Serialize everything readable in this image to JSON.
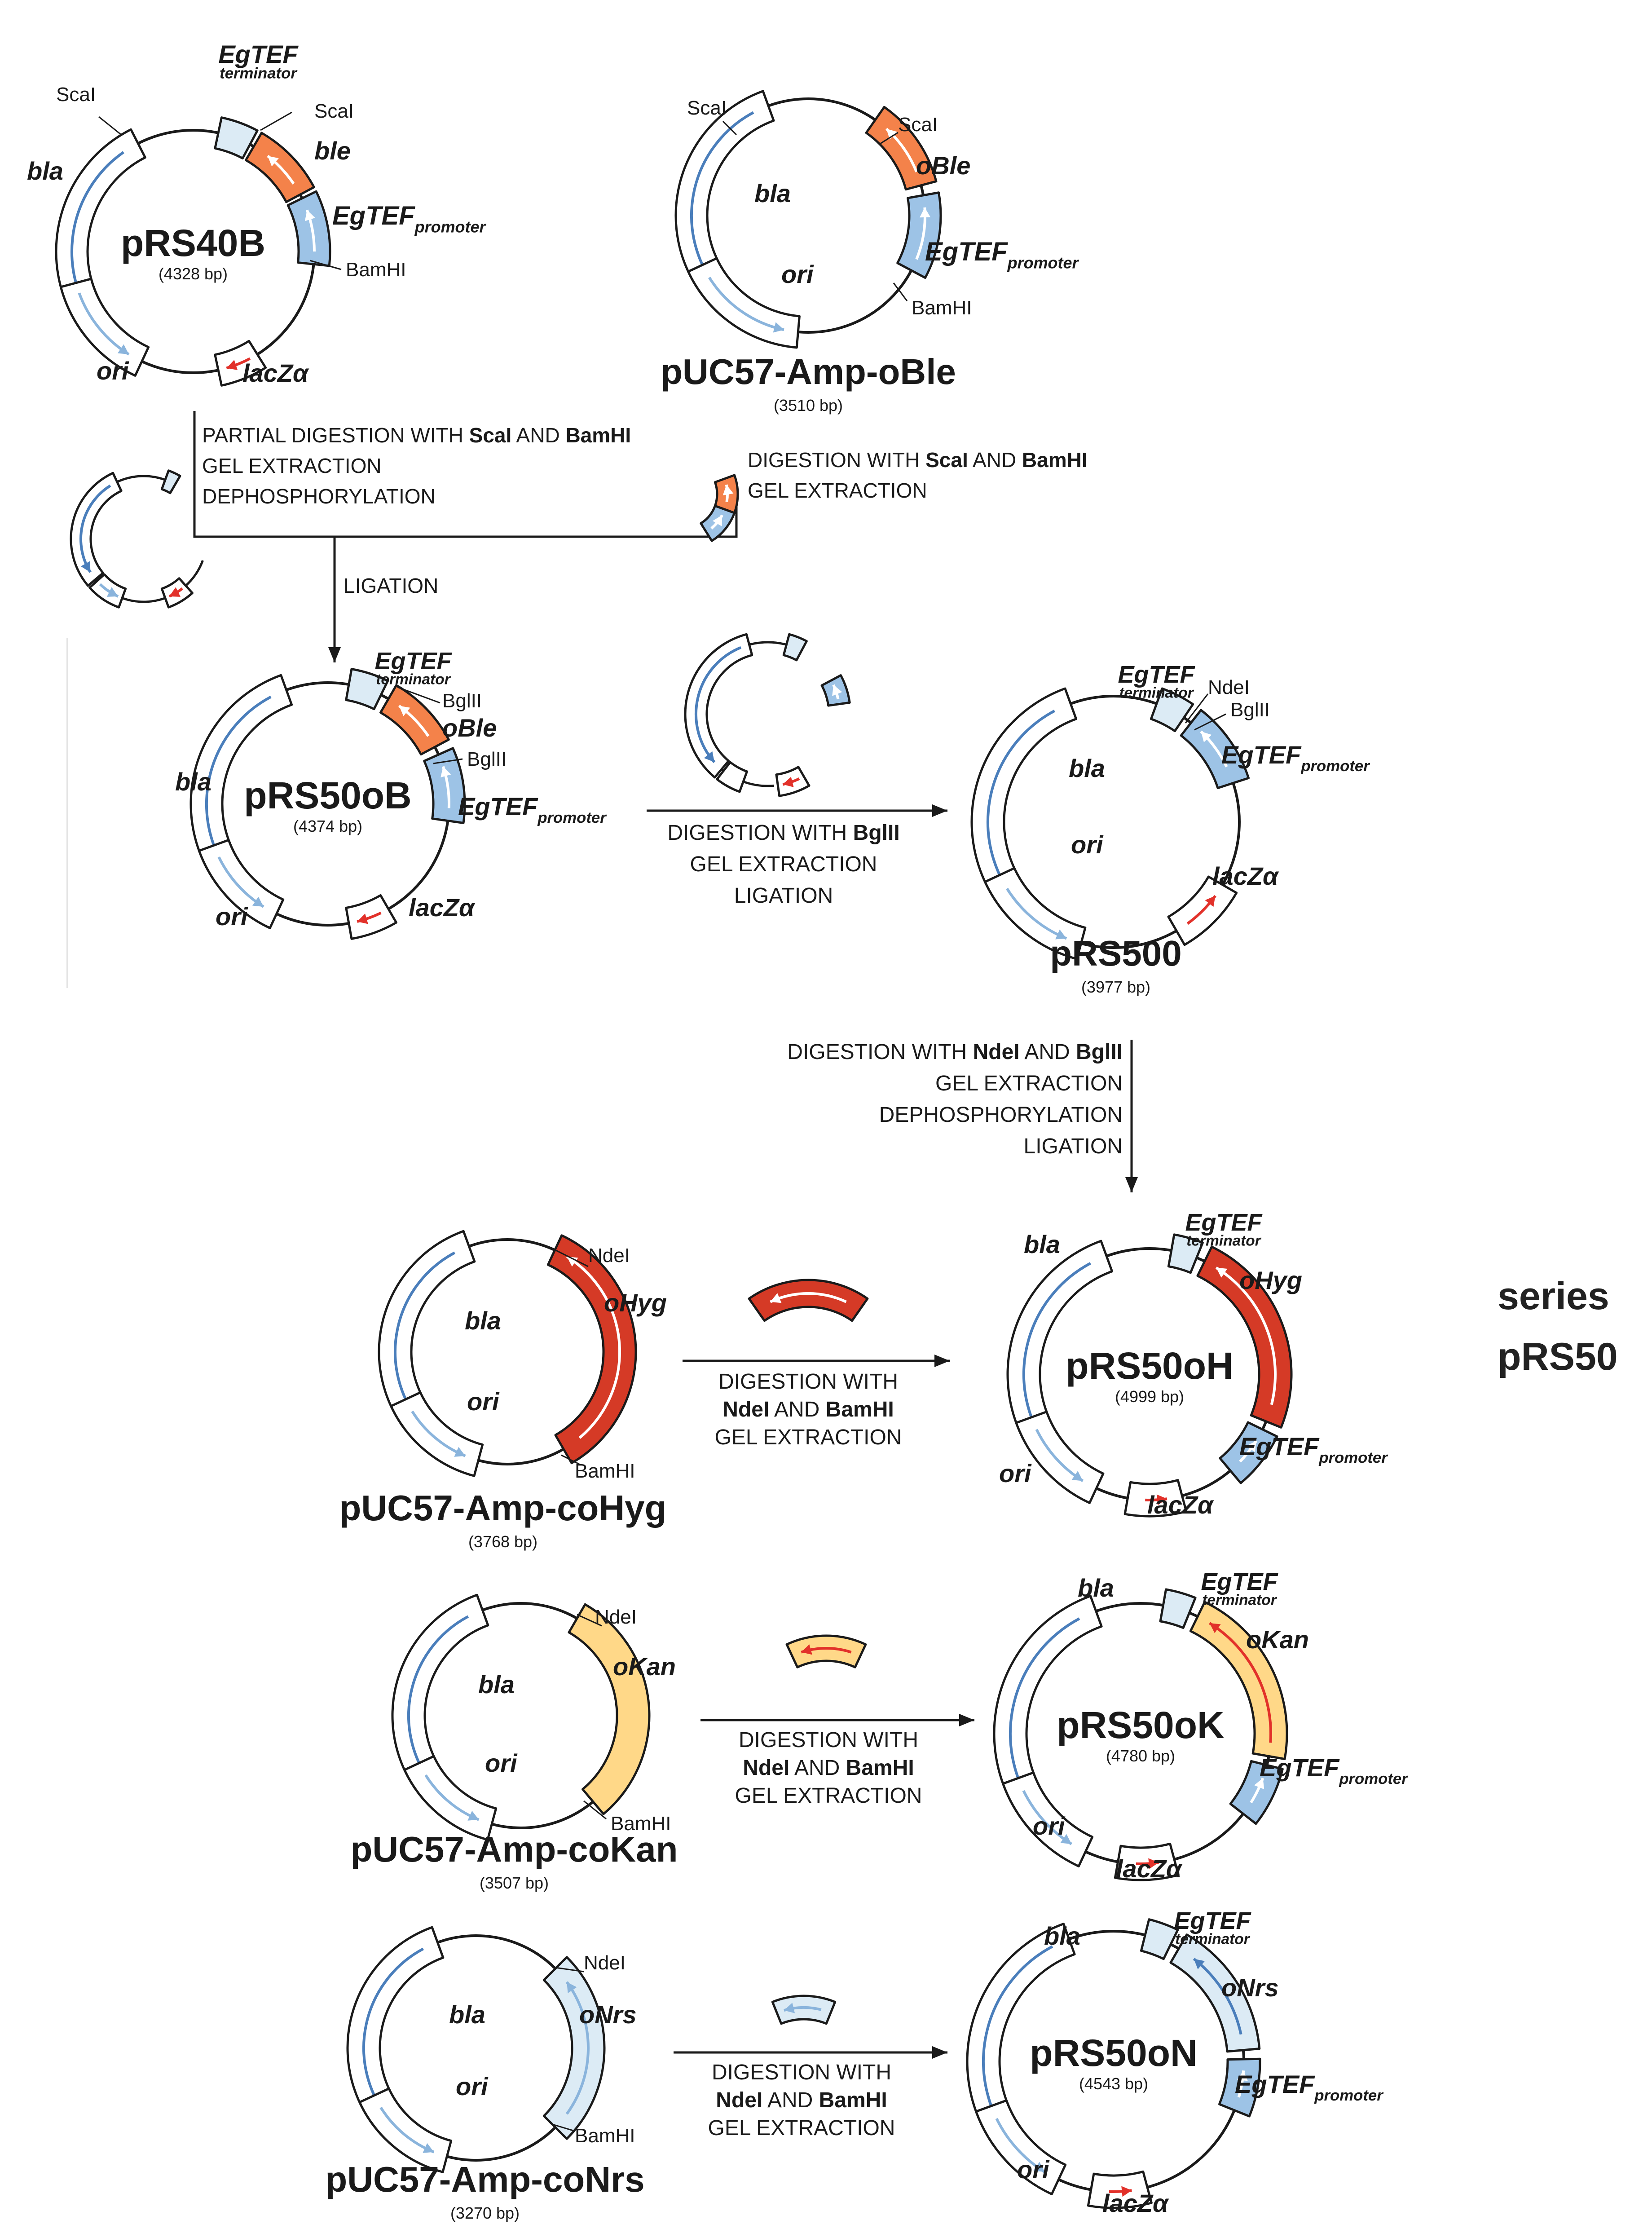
{
  "series_label": [
    "series",
    "pRS50"
  ],
  "colors": {
    "bla": "#ffffff",
    "ori": "#ffffff",
    "lacz": "#ffffff",
    "promoter": "#9dc3e6",
    "terminator": "#dcebf5",
    "ble": "#f4824a",
    "hyg": "#d53a26",
    "kan": "#ffd888",
    "nrs": "#dcebf5",
    "arrow_blue": "#4a7ebb",
    "arrow_light": "#8ab4dc",
    "arrow_red": "#e2312a",
    "stroke": "#1a1a1a"
  },
  "plasmids": [
    {
      "id": "pRS40B",
      "name": "pRS40B",
      "size": "(4328 bp)",
      "name_inside": true,
      "labels": {
        "sites": [
          "ScaI",
          "ScaI",
          "BamHI"
        ],
        "features": [
          "bla",
          "ble",
          "ori",
          "lacZα"
        ],
        "promoter": [
          "EgTEF",
          "promoter"
        ],
        "terminator": [
          "EgTEF",
          "terminator"
        ]
      }
    },
    {
      "id": "pUC57-Amp-oBle",
      "name": "pUC57-Amp-oBle",
      "size": "(3510 bp)",
      "name_inside": false,
      "labels": {
        "sites": [
          "ScaI",
          "ScaI",
          "BamHI"
        ],
        "features": [
          "bla",
          "oBle",
          "ori"
        ],
        "promoter": [
          "EgTEF",
          "promoter"
        ]
      }
    },
    {
      "id": "pRS50oB",
      "name": "pRS50oB",
      "size": "(4374 bp)",
      "name_inside": true,
      "labels": {
        "sites": [
          "BglII",
          "BglII"
        ],
        "features": [
          "bla",
          "oBle",
          "ori",
          "lacZα"
        ],
        "promoter": [
          "EgTEF",
          "promoter"
        ],
        "terminator": [
          "EgTEF",
          "terminator"
        ]
      }
    },
    {
      "id": "pRS500",
      "name": "pRS500",
      "size": "(3977 bp)",
      "name_inside": false,
      "labels": {
        "sites": [
          "NdeI",
          "BglII"
        ],
        "features": [
          "bla",
          "ori",
          "lacZα"
        ],
        "promoter": [
          "EgTEF",
          "promoter"
        ],
        "terminator": [
          "EgTEF",
          "terminator"
        ]
      }
    },
    {
      "id": "pUC57-Amp-coHyg",
      "name": "pUC57-Amp-coHyg",
      "size": "(3768 bp)",
      "name_inside": false,
      "labels": {
        "sites": [
          "NdeI",
          "BamHI"
        ],
        "features": [
          "bla",
          "oHyg",
          "ori"
        ]
      }
    },
    {
      "id": "pRS50oH",
      "name": "pRS50oH",
      "size": "(4999 bp)",
      "name_inside": true,
      "labels": {
        "features": [
          "bla",
          "oHyg",
          "ori",
          "lacZα"
        ],
        "promoter": [
          "EgTEF",
          "promoter"
        ],
        "terminator": [
          "EgTEF",
          "terminator"
        ]
      }
    },
    {
      "id": "pUC57-Amp-coKan",
      "name": "pUC57-Amp-coKan",
      "size": "(3507 bp)",
      "name_inside": false,
      "labels": {
        "sites": [
          "NdeI",
          "BamHI"
        ],
        "features": [
          "bla",
          "oKan",
          "ori"
        ]
      }
    },
    {
      "id": "pRS50oK",
      "name": "pRS50oK",
      "size": "(4780 bp)",
      "name_inside": true,
      "labels": {
        "features": [
          "bla",
          "oKan",
          "ori",
          "lacZα"
        ],
        "promoter": [
          "EgTEF",
          "promoter"
        ],
        "terminator": [
          "EgTEF",
          "terminator"
        ]
      }
    },
    {
      "id": "pUC57-Amp-coNrs",
      "name": "pUC57-Amp-coNrs",
      "size": "(3270 bp)",
      "name_inside": false,
      "labels": {
        "sites": [
          "NdeI",
          "BamHI"
        ],
        "features": [
          "bla",
          "oNrs",
          "ori"
        ]
      }
    },
    {
      "id": "pRS50oN",
      "name": "pRS50oN",
      "size": "(4543 bp)",
      "name_inside": true,
      "labels": {
        "features": [
          "bla",
          "oNrs",
          "ori",
          "lacZα"
        ],
        "promoter": [
          "EgTEF",
          "promoter"
        ],
        "terminator": [
          "EgTEF",
          "terminator"
        ]
      }
    }
  ],
  "steps": {
    "step1_left": [
      [
        {
          "t": "PARTIAL DIGESTION WITH "
        },
        {
          "t": "ScaI",
          "b": true
        },
        {
          "t": " AND "
        },
        {
          "t": "BamHI",
          "b": true
        }
      ],
      [
        {
          "t": "GEL EXTRACTION"
        }
      ],
      [
        {
          "t": "DEPHOSPHORYLATION"
        }
      ]
    ],
    "step1_right": [
      [
        {
          "t": "DIGESTION WITH "
        },
        {
          "t": "ScaI",
          "b": true
        },
        {
          "t": " AND "
        },
        {
          "t": "BamHI",
          "b": true
        }
      ],
      [
        {
          "t": "GEL EXTRACTION"
        }
      ]
    ],
    "ligation": [
      [
        {
          "t": "LIGATION"
        }
      ]
    ],
    "step2": [
      [
        {
          "t": "DIGESTION WITH "
        },
        {
          "t": "BglII",
          "b": true
        }
      ],
      [
        {
          "t": "GEL EXTRACTION"
        }
      ],
      [
        {
          "t": "LIGATION"
        }
      ]
    ],
    "step3": [
      [
        {
          "t": "DIGESTION WITH "
        },
        {
          "t": "NdeI",
          "b": true
        },
        {
          "t": " AND "
        },
        {
          "t": "BglII",
          "b": true
        }
      ],
      [
        {
          "t": "GEL EXTRACTION"
        }
      ],
      [
        {
          "t": "DEPHOSPHORYLATION"
        }
      ],
      [
        {
          "t": "LIGATION"
        }
      ]
    ],
    "step_hyg": [
      [
        {
          "t": "DIGESTION WITH"
        }
      ],
      [
        {
          "t": "NdeI",
          "b": true
        },
        {
          "t": " AND "
        },
        {
          "t": "BamHI",
          "b": true
        }
      ],
      [
        {
          "t": "GEL EXTRACTION"
        }
      ]
    ],
    "step_kan": [
      [
        {
          "t": "DIGESTION WITH"
        }
      ],
      [
        {
          "t": "NdeI",
          "b": true
        },
        {
          "t": " AND "
        },
        {
          "t": "BamHI",
          "b": true
        }
      ],
      [
        {
          "t": "GEL EXTRACTION"
        }
      ]
    ],
    "step_nrs": [
      [
        {
          "t": "DIGESTION WITH"
        }
      ],
      [
        {
          "t": "NdeI",
          "b": true
        },
        {
          "t": " AND "
        },
        {
          "t": "BamHI",
          "b": true
        }
      ],
      [
        {
          "t": "GEL EXTRACTION"
        }
      ]
    ]
  }
}
